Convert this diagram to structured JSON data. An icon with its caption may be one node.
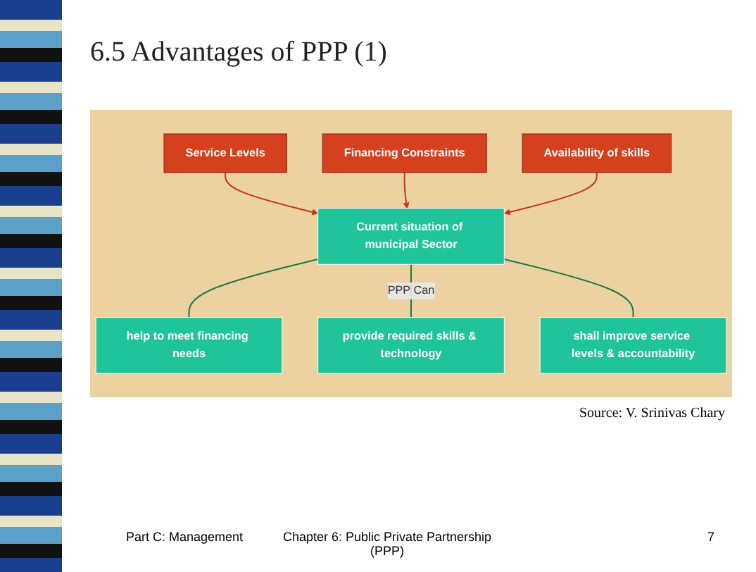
{
  "diagram": {
    "title": "6.5 Advantages of PPP (1)",
    "nodes": [
      {
        "text": [
          "Service Levels"
        ]
      },
      {
        "text": [
          "Financing Constraints"
        ]
      },
      {
        "text": [
          "Current situation of municipal Sector"
        ]
      },
      {
        "text": [
          "Availability of skills"
        ]
      },
      {
        "text": [
          "help to meet financing needs"
        ]
      },
      {
        "text": [
          "provide required skills & technology"
        ]
      },
      {
        "text": [
          "shall improve service levels & accountability"
        ]
      }
    ],
    "edges": [
      {
        "from": 0,
        "to": 2,
        "arrow": "to",
        "color": "#c8341c"
      },
      {
        "from": 1,
        "to": 2,
        "arrow": "to",
        "color": "#c8341c"
      },
      {
        "from": 3,
        "to": 2,
        "arrow": "to",
        "color": "#c8341c"
      },
      {
        "from": 2,
        "to": 4,
        "arrow": "none",
        "color": "#1a7a4a"
      },
      {
        "from": 2,
        "to": 5,
        "arrow": "none",
        "label": "PPP Can",
        "color": "#1a7a4a"
      },
      {
        "from": 2,
        "to": 6,
        "arrow": "none",
        "color": "#1a7a4a"
      }
    ],
    "labels": [
      "Source: V. Srinivas Chary",
      "Part C: Management",
      "Chapter 6: Public Private Partnership (PPP)",
      "7"
    ]
  }
}
